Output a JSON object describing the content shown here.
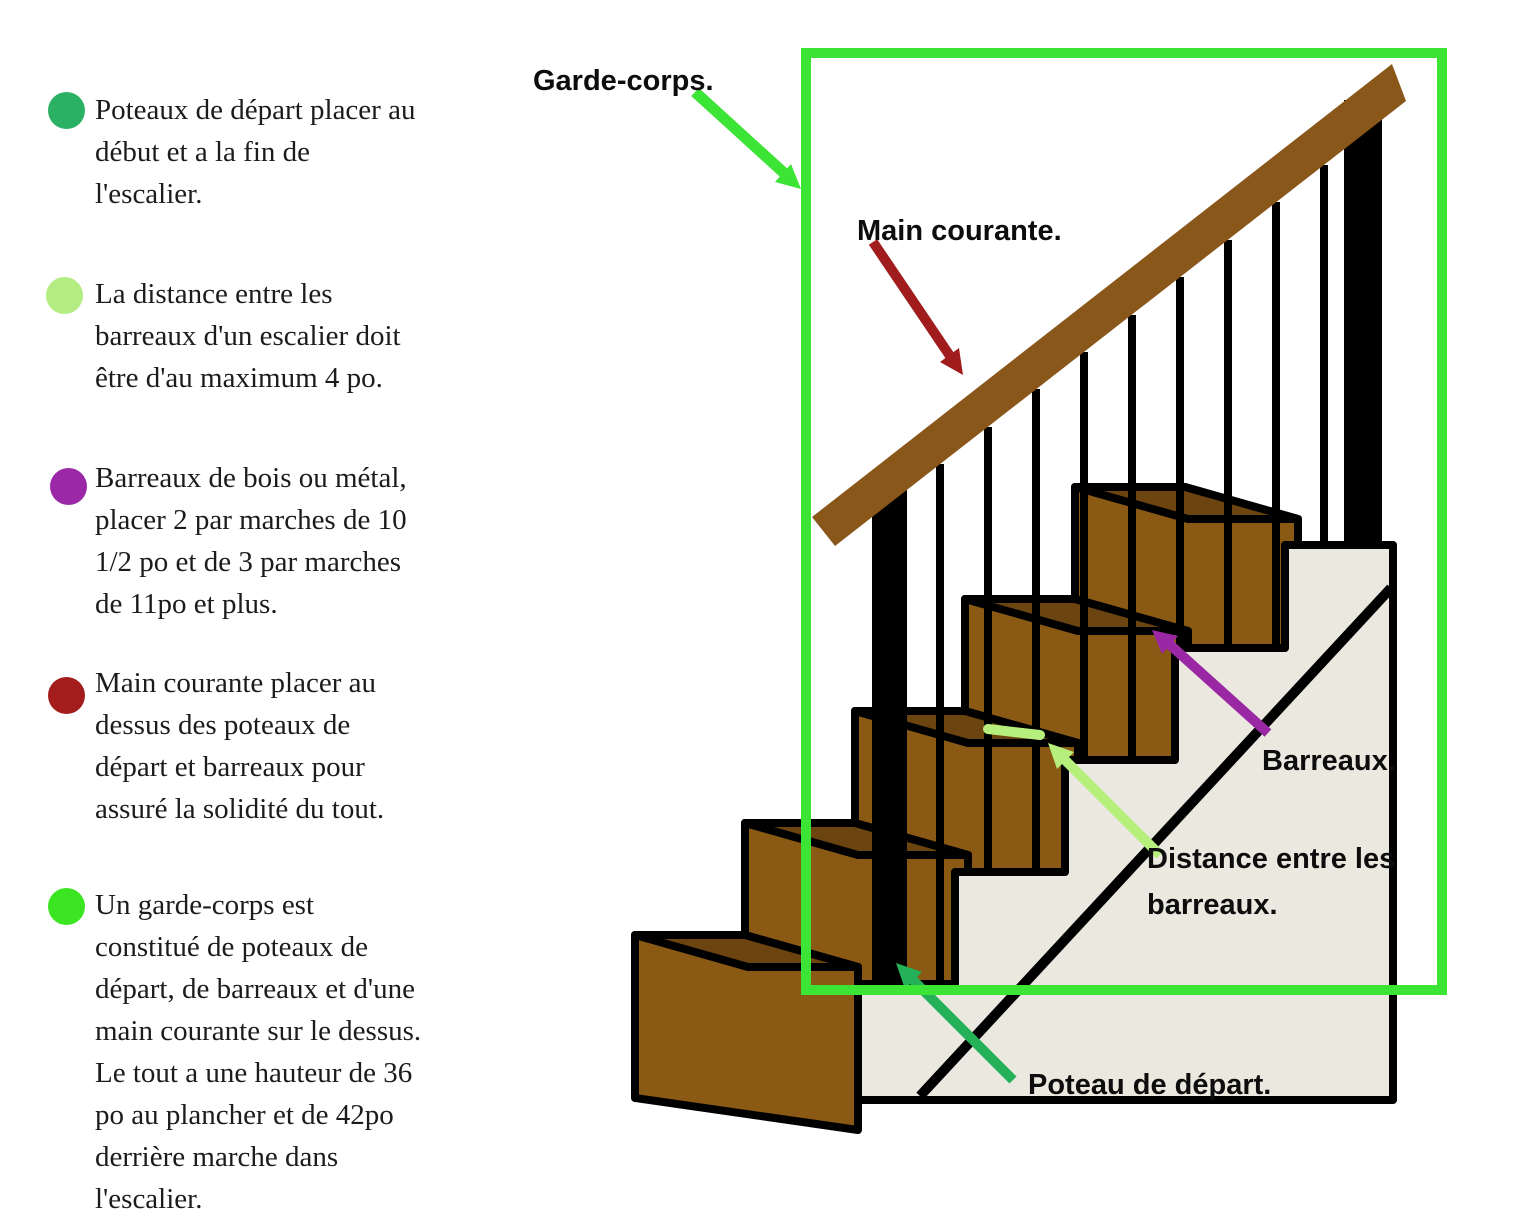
{
  "bullets": [
    {
      "color": "#2bb164",
      "lines": [
        "Poteaux de départ placer au",
        "début et a la fin de",
        "l'escalier."
      ]
    },
    {
      "color": "#b2ec83",
      "lines": [
        "La distance entre les",
        "barreaux d'un escalier doit",
        "être d'au maximum 4 po."
      ]
    },
    {
      "color": "#9b28a6",
      "lines": [
        "Barreaux de bois ou métal,",
        "placer 2 par marches de 10",
        "1/2 po et de 3 par marches",
        "de 11po et plus."
      ]
    },
    {
      "color": "#a41d1d",
      "lines": [
        "Main courante placer au",
        "dessus des poteaux de",
        "départ et barreaux pour",
        "assuré la solidité du tout."
      ]
    },
    {
      "color": "#3ce522",
      "lines": [
        "Un garde-corps est",
        "constitué de poteaux de",
        "départ, de barreaux et d'une",
        "main courante sur le dessus.",
        "Le tout a une hauteur de 36",
        "po au plancher et de 42po",
        "derrière marche dans",
        "l'escalier."
      ]
    }
  ],
  "diagram": {
    "labels": {
      "garde_corps": "Garde-corps.",
      "main_courante": "Main courante.",
      "barreaux": "Barreaux.",
      "distance": [
        "Distance entre les",
        "barreaux."
      ],
      "poteau_depart": "Poteau de départ."
    },
    "colors": {
      "frame_green": "#3ce435",
      "arrow_dark_red": "#a11d1d",
      "arrow_purple": "#9a28a5",
      "arrow_light_green": "#b7ef7d",
      "arrow_green": "#25b157",
      "rail_brown": "#8a571b",
      "step_front_brown": "#8a5a15",
      "step_top_brown": "#6b4410",
      "stringer_panel": "#eae8df",
      "outline_black": "#000000"
    }
  }
}
